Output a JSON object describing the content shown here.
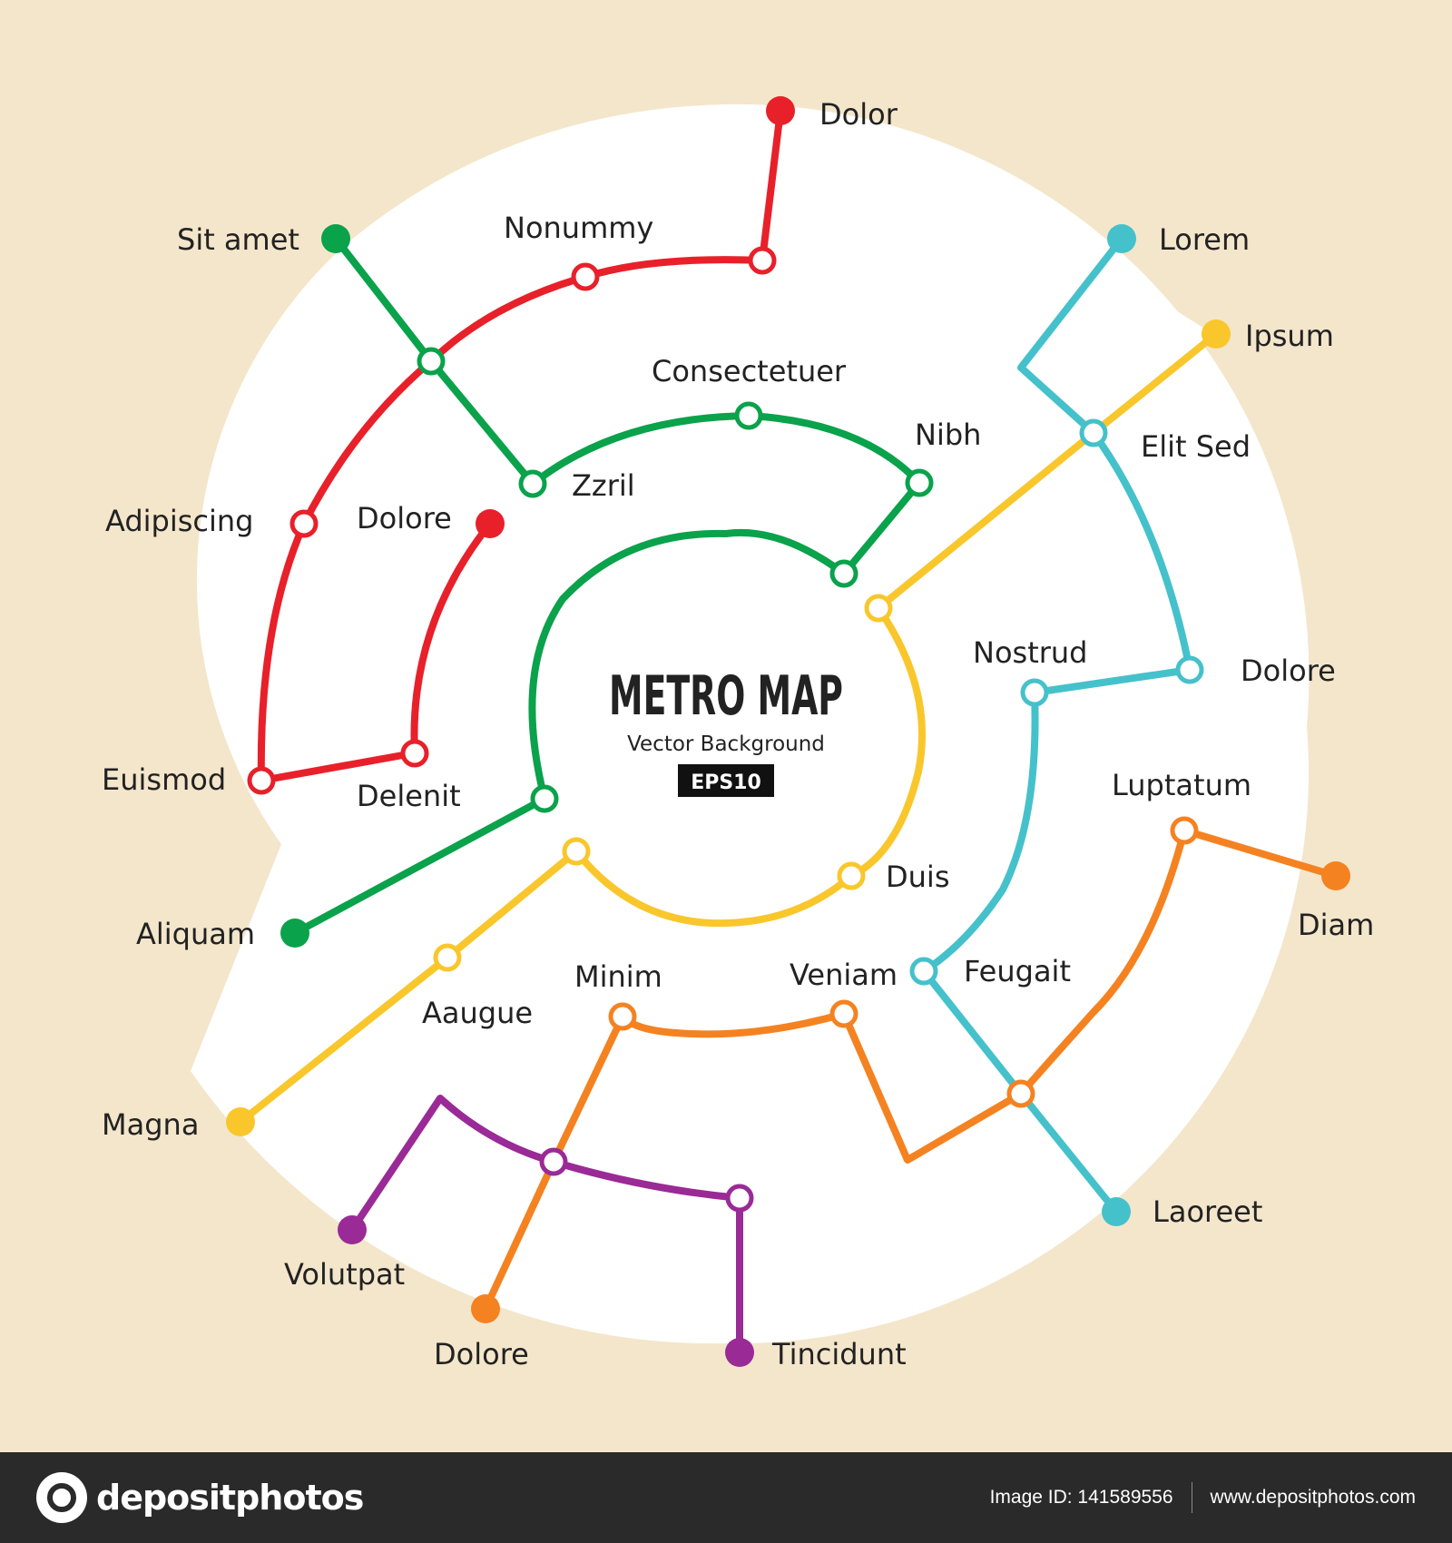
{
  "map": {
    "title": "METRO MAP",
    "subtitle": "Vector Background",
    "badge": "EPS10",
    "colors": {
      "background": "#f4e6cb",
      "disk": "#ffffff",
      "red": "#e8202a",
      "green": "#0aa24b",
      "cyan": "#45c1cb",
      "yellow": "#f9c72c",
      "orange": "#f58220",
      "purple": "#9a2a96"
    },
    "lines": [
      {
        "id": "red-outer",
        "color_key": "red"
      },
      {
        "id": "red-inner",
        "color_key": "red"
      },
      {
        "id": "green",
        "color_key": "green"
      },
      {
        "id": "green-mid",
        "color_key": "green"
      },
      {
        "id": "cyan",
        "color_key": "cyan"
      },
      {
        "id": "yellow",
        "color_key": "yellow"
      },
      {
        "id": "orange",
        "color_key": "orange"
      },
      {
        "id": "purple",
        "color_key": "purple"
      }
    ],
    "stations": {
      "dolor": "Dolor",
      "nonummy": "Nonummy",
      "sit_amet": "Sit amet",
      "lorem": "Lorem",
      "ipsum": "Ipsum",
      "consectetuer": "Consectetuer",
      "nibh": "Nibh",
      "elit_sed": "Elit Sed",
      "zzril": "Zzril",
      "adipiscing": "Adipiscing",
      "dolore_inner": "Dolore",
      "dolore_right": "Dolore",
      "nostrud": "Nostrud",
      "euismod": "Euismod",
      "delenit": "Delenit",
      "luptatum": "Luptatum",
      "duis": "Duis",
      "diam": "Diam",
      "aliquam": "Aliquam",
      "minim": "Minim",
      "veniam": "Veniam",
      "feugait": "Feugait",
      "aaugue": "Aaugue",
      "magna": "Magna",
      "laoreet": "Laoreet",
      "volutpat": "Volutpat",
      "dolore_bottom": "Dolore",
      "tincidunt": "Tincidunt"
    }
  },
  "footer": {
    "logo_text": "depositphotos",
    "image_id": "Image ID: 141589556",
    "website": "www.depositphotos.com"
  }
}
